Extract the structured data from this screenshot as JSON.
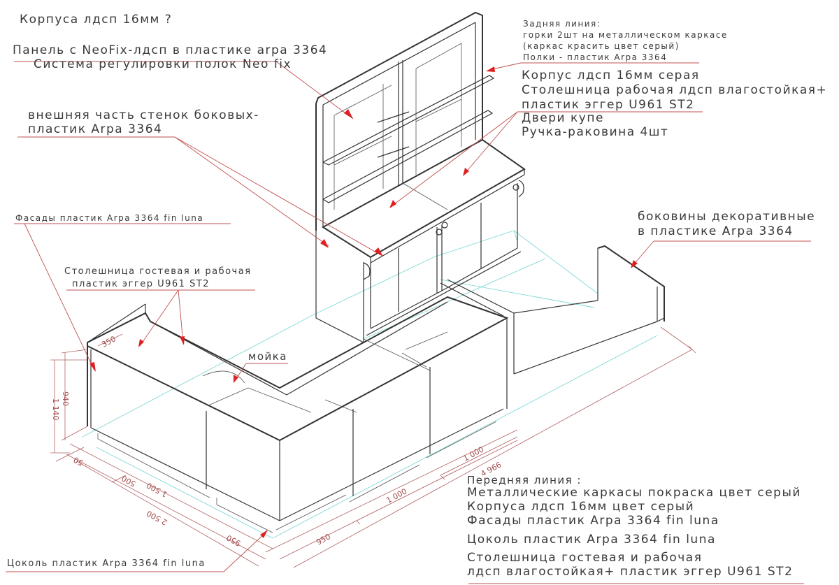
{
  "notes": {
    "n1": "Корпуса лдсп 16мм ?",
    "n2": "Панель с NeoFix-лдсп в пластике arpa 3364",
    "n3": "Система регулировки полок Neo fix",
    "n4": "внешняя часть стенок боковых-",
    "n5": "пластик Arpa 3364",
    "n6": "Фасады пластик Arpa 3364 fin luna",
    "n7": "Столешница гостевая и рабочая",
    "n8": "пластик эггер U961 ST2",
    "n9": "Задняя линия:",
    "n10": "горки 2шт на металлическом каркасе",
    "n11": "(каркас красить цвет серый)",
    "n12": "Полки - пластик Arpa 3364",
    "n13": "Корпус лдсп 16мм серая",
    "n14": "Столешница рабочая лдсп влагостойкая+",
    "n15": "пластик эггер U961 ST2",
    "n16": "Двери купе",
    "n17": "Ручка-раковина 4шт",
    "n18": "боковины декоративные",
    "n19": "в пластике Arpa 3364",
    "n20": "мойка",
    "n21": "Передняя линия :",
    "n22": "Металлические каркасы покраска цвет серый",
    "n23": "Корпуса лдсп 16мм цвет серый",
    "n24": "Фасады пластик Arpa 3364 fin luna",
    "n25": "Цоколь пластик Arpa 3364 fin luna",
    "n26": "Столешница гостевая и рабочая",
    "n27": "лдсп влагостойкая+ пластик эггер U961 ST2",
    "n28": "Цоколь пластик Arpa 3364 fin luna"
  },
  "dims": {
    "d350": "350",
    "d940": "940",
    "d1140": "1 140",
    "d50": "50",
    "d500": "500",
    "d1500": "1 500",
    "d2500": "2 500",
    "d950a": "950",
    "d950b": "950",
    "d1000a": "1 000",
    "d1000b": "1 000",
    "d4966": "4 966"
  },
  "colors": {
    "outline": "#333333",
    "floor_guides": "#7fd8d8",
    "leaders": "#c05050",
    "arrows": "#e02020",
    "text": "#3a3a3a"
  }
}
